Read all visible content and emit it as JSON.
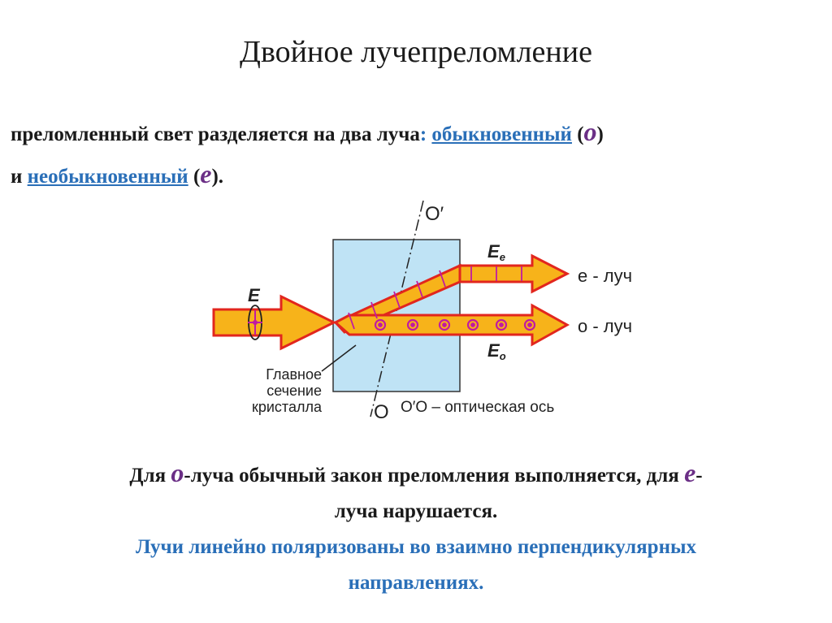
{
  "title": "Двойное лучепреломление",
  "intro": {
    "text1": "преломленный свет разделяется на два луча",
    "colon": ":",
    "ordinary": "обыкновенный",
    "paren_open_1": "(",
    "o": "o",
    "paren_close_1": ")",
    "and": "и",
    "extraordinary": "необыкновенный",
    "paren_open_2": "(",
    "e": "e",
    "paren_close_2": ")."
  },
  "diagram": {
    "axis_top": "O′",
    "axis_bottom": "O",
    "E": "E",
    "Ee": "E",
    "Ee_sub": "e",
    "Eo": "E",
    "Eo_sub": "o",
    "e_ray": "e - луч",
    "o_ray": "o - луч",
    "section_line1": "Главное",
    "section_line2": "сечение",
    "section_line3": "кристалла",
    "axis_note": "O′O – оптическая ось"
  },
  "conclusion": {
    "p1_a": "Для ",
    "p1_o": "o",
    "p1_b": "-луча обычный закон преломления выполняется, для ",
    "p1_e": "e",
    "p1_c": "-",
    "p1_d": "луча нарушается.",
    "p2_a": "Лучи линейно поляризованы во взаимно перпендикулярных",
    "p2_b": "направлениях."
  },
  "colors": {
    "arrow_fill": "#f7b31a",
    "arrow_stroke": "#e2261d",
    "crystal": "#bfe3f5",
    "dot": "#c01ba2",
    "link": "#2a6fb8"
  }
}
